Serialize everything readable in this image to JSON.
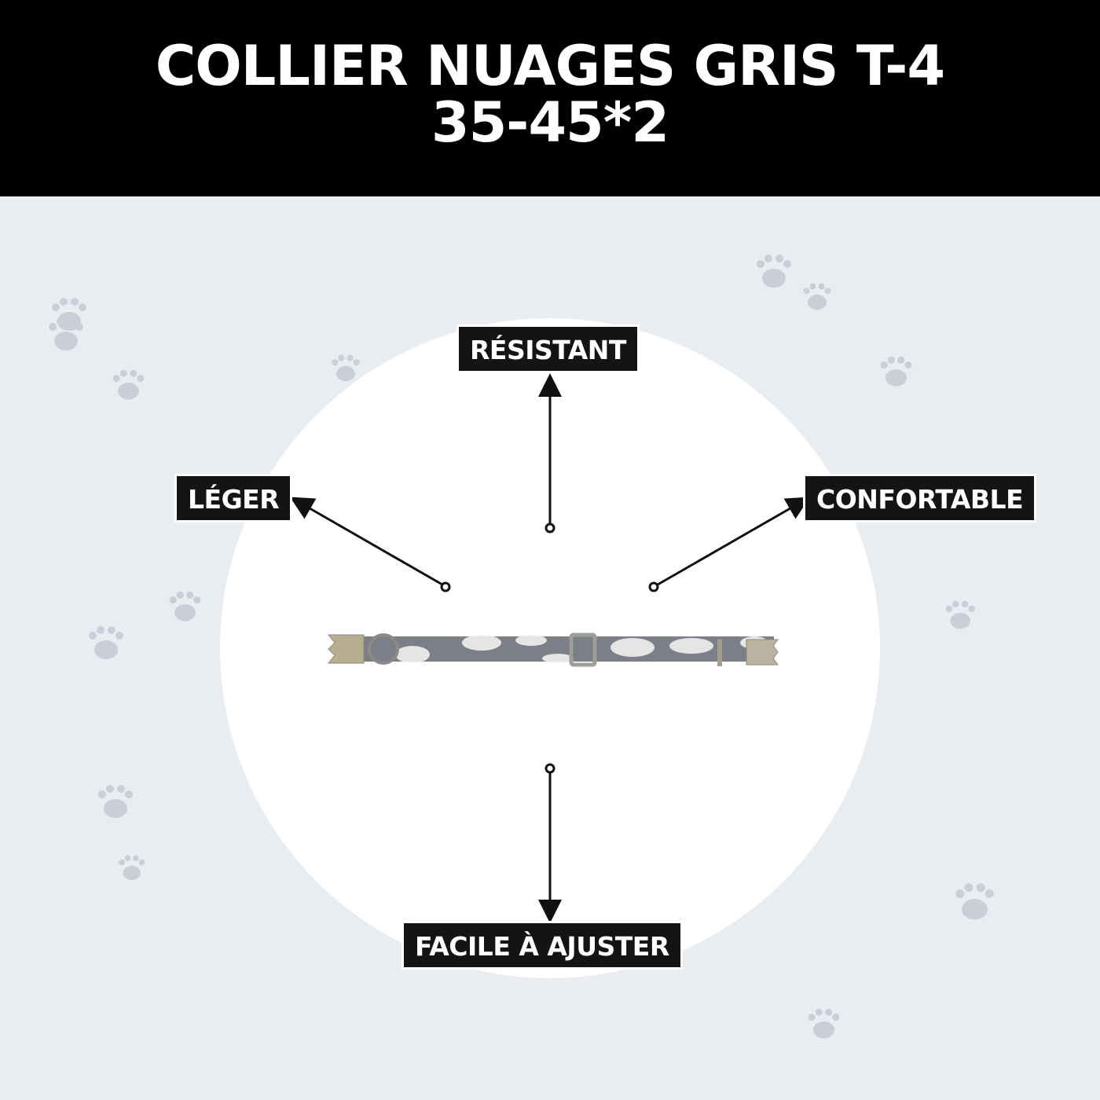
{
  "title": {
    "line1": "COLLIER NUAGES GRIS T-4",
    "line2": "35-45*2"
  },
  "features": {
    "top": "RÉSISTANT",
    "left": "LÉGER",
    "right": "CONFORTABLE",
    "bottom": "FACILE À AJUSTER"
  },
  "colors": {
    "header": "#000000",
    "background": "#e9edf2",
    "label_bg": "#141414",
    "collar": "#7c7f88"
  }
}
